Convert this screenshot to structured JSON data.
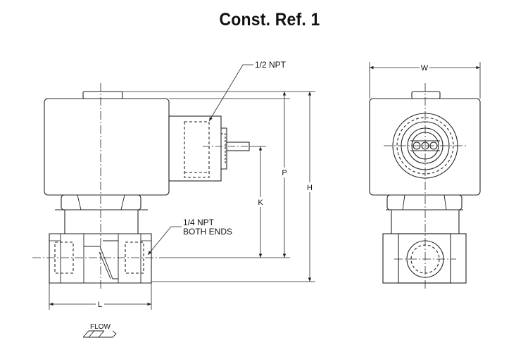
{
  "title": "Const. Ref. 1",
  "labels": {
    "coil_connection": "1/2 NPT",
    "port_connection_line1": "1/4 NPT",
    "port_connection_line2": "BOTH ENDS",
    "flow": "FLOW"
  },
  "dimensions": {
    "width": "W",
    "height": "H",
    "port_height": "P",
    "centerline_height": "K",
    "length": "L"
  },
  "colors": {
    "line": "#222222",
    "background": "#ffffff"
  }
}
